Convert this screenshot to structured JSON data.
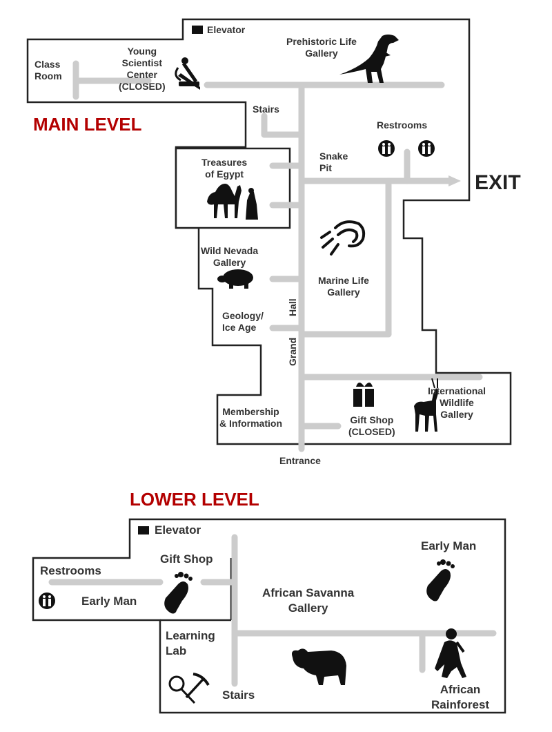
{
  "colors": {
    "level_title": "#b30000",
    "corridor": "#cccccc",
    "wall": "#222222",
    "text": "#333333"
  },
  "main_level": {
    "title": "MAIN LEVEL",
    "exit": "EXIT",
    "labels": {
      "elevator": "Elevator",
      "class_room": "Class\nRoom",
      "young_scientist": "Young\nScientist\nCenter\n(CLOSED)",
      "prehistoric": "Prehistoric Life\nGallery",
      "stairs": "Stairs",
      "restrooms": "Restrooms",
      "treasures_egypt": "Treasures\nof Egypt",
      "snake_pit": "Snake\nPit",
      "wild_nevada": "Wild Nevada\nGallery",
      "marine_life": "Marine Life\nGallery",
      "geology": "Geology/\nIce Age",
      "hall": "Hall",
      "grand": "Grand",
      "membership": "Membership\n& Information",
      "gift_shop": "Gift Shop\n(CLOSED)",
      "international": "International\nWildlife\nGallery",
      "entrance": "Entrance"
    },
    "icons": [
      "microscope-icon",
      "dinosaur-icon",
      "restroom-icon",
      "camel-icon",
      "shell-icon",
      "turtle-icon",
      "gift-icon",
      "gazelle-icon"
    ]
  },
  "lower_level": {
    "title": "LOWER LEVEL",
    "labels": {
      "elevator": "Elevator",
      "restrooms": "Restrooms",
      "gift_shop": "Gift Shop",
      "early_man_left": "Early Man",
      "african_savanna": "African Savanna\nGallery",
      "early_man_right": "Early Man",
      "learning_lab": "Learning\nLab",
      "stairs": "Stairs",
      "african_rainforest": "African\nRainforest"
    },
    "icons": [
      "footprint-icon",
      "restroom-icon",
      "magnifier-pickaxe-icon",
      "hippo-icon",
      "chimp-icon"
    ]
  }
}
